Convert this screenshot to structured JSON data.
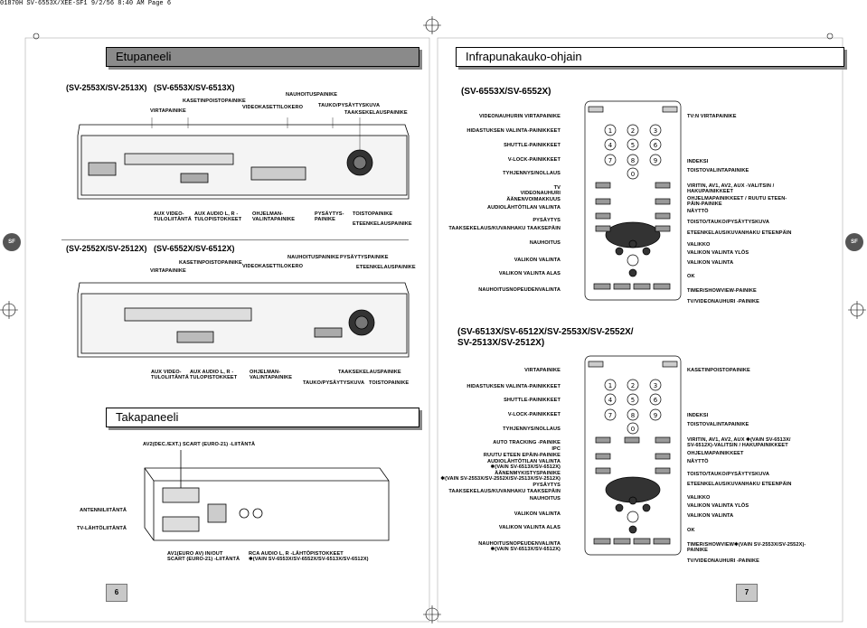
{
  "header": "01870H SV-6553X/XEE-SF1  9/2/56 8:40 AM  Page 6",
  "left": {
    "title": "Etupaneeli",
    "model_a": "(SV-2553X/SV-2513X)",
    "model_b": "(SV-6553X/SV-6513X)",
    "front1": [
      "VIRTAPAINIKE",
      "KASETINPOISTOPAINIKE",
      "VIDEOKASETTILOKERO",
      "NAUHOITUSPAINIKE",
      "TAUKO/PYSÄYTYSKUVA",
      "TAAKSEKELAUSPAINIKE"
    ],
    "front1_bottom": [
      "AUX VIDEO-\nTULOLIITÄNTÄ",
      "AUX AUDIO L, R -\nTULOPISTOKKEET",
      "OHJELMAN-\nVALINTAPAINIKE",
      "PYSÄYTYS-\nPAINIKE",
      "TOISTOPAINIKE",
      "ETEENKELAUSPAINIKE"
    ],
    "model_c": "(SV-2552X/SV-2512X)",
    "model_d": "(SV-6552X/SV-6512X)",
    "front2": [
      "VIRTAPAINIKE",
      "KASETINPOISTOPAINIKE",
      "VIDEOKASETTILOKERO",
      "NAUHOITUSPAINIKE",
      "PYSÄYTYSPAINIKE",
      "ETEENKELAUSPAINIKE"
    ],
    "front2_bottom": [
      "AUX VIDEO-\nTULOLIITÄNTÄ",
      "AUX AUDIO L, R -\nTULOPISTOKKEET",
      "OHJELMAN-\nVALINTAPAINIKE",
      "TAAKSEKELAUSPAINIKE",
      "TAUKO/PYSÄYTYSKUVA",
      "TOISTOPAINIKE"
    ],
    "back_title": "Takapaneeli",
    "back": [
      "AV2(DEC./EXT.) SCART (EURO-21) -LIITÄNTÄ",
      "ANTENNILIITÄNTÄ",
      "TV-LÄHTÖLIITÄNTÄ",
      "AV1(EURO AV) IN/OUT\nSCART (EURO-21) -LIITÄNTÄ",
      "RCA AUDIO L, R -LÄHTÖPISTOKKEET\n✱(VAIN SV-6553X/SV-6552X/SV-6513X/SV-6512X)"
    ],
    "page": "6"
  },
  "right": {
    "title": "Infrapunakauko-ohjain",
    "model1": "(SV-6553X/SV-6552X)",
    "left1": [
      "VIDEONAUHURIN VIRTAPAINIKE",
      "HIDASTUKSEN VALINTA-PAINIKKEET",
      "SHUTTLE-PAINIKKEET",
      "V-LOCK-PAINIKKEET",
      "TYHJENNYS/NOLLAUS",
      "TV\nVIDEONAUHURI\nÄÄNENVOIMAKKUUS",
      "AUDIOLÄHTÖTILAN VALINTA",
      "PYSÄYTYS",
      "TAAKSEKELAUS/KUVANHAKU TAAKSEPÄIN",
      "NAUHOITUS",
      "VALIKON VALINTA",
      "VALIKON VALINTA ALAS",
      "NAUHOITUSNOPEUDENVALINTA"
    ],
    "right1": [
      "TV:N VIRTAPAINIKE",
      "INDEKSI",
      "TOISTOVALINTAPAINIKE",
      "VIRITIN, AV1, AV2, AUX -VALITSIN /\nHAKUPAINIKKEET",
      "OHJELMAPAINIKKEET / RUUTU ETEEN-\nPÄIN-PAINIKE",
      "NÄYTTÖ",
      "TOISTO/TAUKO/PYSÄYTYSKUVA",
      "ETEENKELAUS/KUVANHAKU ETEENPÄIN",
      "VALIKKO",
      "VALIKON VALINTA YLÖS",
      "VALIKON VALINTA",
      "OK",
      "TIMER/SHOWVIEW-PAINIKE",
      "TV/VIDEONAUHURI -PAINIKE"
    ],
    "model2": "(SV-6513X/SV-6512X/SV-2553X/SV-2552X/\n SV-2513X/SV-2512X)",
    "left2": [
      "VIRTAPAINIKE",
      "HIDASTUKSEN VALINTA-PAINIKKEET",
      "SHUTTLE-PAINIKKEET",
      "V-LOCK-PAINIKKEET",
      "TYHJENNYS/NOLLAUS",
      "AUTO TRACKING -PAINIKE",
      "IPC",
      "RUUTU ETEEN EPÄIN-PAINIKE",
      "AUDIOLÄHTÖTILAN VALINTA\n✱(VAIN SV-6513X/SV-6512X)",
      "ÄÄNENMYKISTYSPAINIKE\n✱(VAIN SV-2553X/SV-2552X/SV-2513X/SV-2512X)",
      "PYSÄYTYS",
      "TAAKSEKELAUS/KUVANHAKU TAAKSEPÄIN",
      "NAUHOITUS",
      "VALIKON VALINTA",
      "VALIKON VALINTA ALAS",
      "NAUHOITUSNOPEUDENVALINTA\n✱(VAIN SV-6513X/SV-6512X)"
    ],
    "right2": [
      "KASETINPOISTOPAINIKE",
      "INDEKSI",
      "TOISTOVALINTAPAINIKE",
      "VIRITIN, AV1, AV2, AUX ✱(VAIN SV-6513X/\nSV-6512X)-VALITSIN / HAKUPAINIKKEET",
      "OHJELMAPAINIKKEET",
      "NÄYTTÖ",
      "TOISTO/TAUKO/PYSÄYTYSKUVA",
      "ETEENKELAUS/KUVANHAKU ETEENPÄIN",
      "VALIKKO",
      "VALIKON VALINTA YLÖS",
      "VALIKON VALINTA",
      "OK",
      "TIMER/SHOWVIEW✱(VAIN SV-2553X/SV-2552X)-\nPAINIKE",
      "TV/VIDEONAUHURI -PAINIKE"
    ],
    "page": "7"
  },
  "sf": "SF"
}
